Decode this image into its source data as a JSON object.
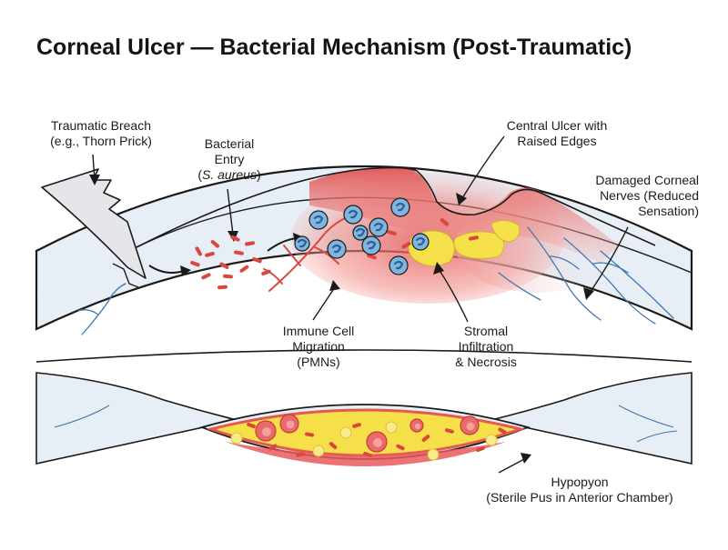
{
  "title": "Corneal Ulcer — Bacterial Mechanism (Post-Traumatic)",
  "labels": {
    "traumatic_breach": {
      "line1": "Traumatic Breach",
      "line2": "(e.g., Thorn Prick)"
    },
    "bacterial_entry": {
      "line1": "Bacterial",
      "line2": "Entry",
      "line3_open": "(",
      "line3_species": "S. aureus",
      "line3_close": ")"
    },
    "central_ulcer": {
      "line1": "Central Ulcer with",
      "line2": "Raised Edges"
    },
    "damaged_nerves": {
      "line1": "Damaged Corneal",
      "line2": "Nerves (Reduced",
      "line3": "Sensation)"
    },
    "immune_migration": {
      "line1": "Immune Cell",
      "line2": "Migration",
      "line3": "(PMNs)"
    },
    "stromal_infiltration": {
      "line1": "Stromal",
      "line2": "Infiltration",
      "line3": "& Necrosis"
    },
    "hypopyon": {
      "line1": "Hypopyon",
      "line2": "(Sterile Pus in Anterior Chamber)"
    }
  },
  "colors": {
    "outline": "#1a1a1a",
    "cornea_fill": "#e8eef5",
    "nerve": "#3f78b0",
    "inflammation": "#e85a5a",
    "pus_yellow": "#f5e04a",
    "bacteria": "#d9473f",
    "immune_cell": "#7fb6e0",
    "immune_nucleus": "#2f5f93",
    "thorn_fill": "#e4e6ea"
  },
  "icons": {
    "thorn": "thorn-icon",
    "immune_cell": "neutrophil-icon",
    "bacterium": "bacterium-rod-icon"
  }
}
